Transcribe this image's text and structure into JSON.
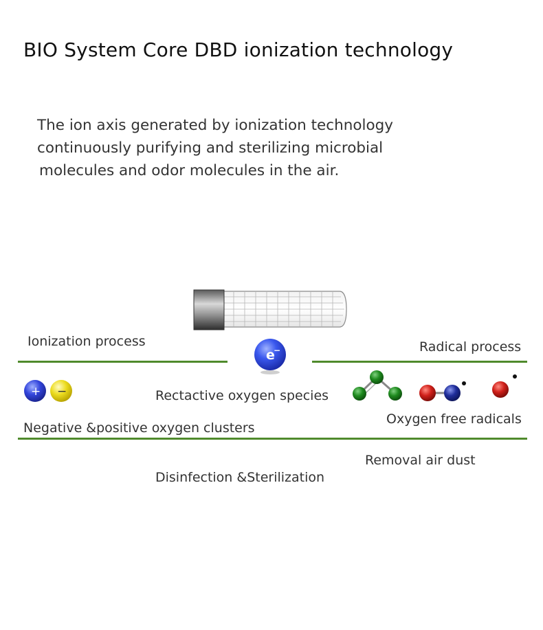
{
  "title": "BIO System Core DBD ionization technology",
  "intro": {
    "line1": "The ion axis generated by ionization technology",
    "line2": "continuously purifying and sterilizing microbial",
    "line3": "molecules and odor molecules in the air."
  },
  "diagram": {
    "ionization_process": "Ionization process",
    "radical_process": "Radical process",
    "electron_symbol": "e",
    "electron_charge": "−",
    "positive_symbol": "+",
    "negative_symbol": "−",
    "reactive_oxygen_species": "Rectactive oxygen species",
    "oxygen_clusters": "Negative &positive oxygen clusters",
    "oxygen_free_radicals": "Oxygen free radicals",
    "removal_air_dust": "Removal air dust",
    "disinfection": "Disinfection &Sterilization"
  },
  "colors": {
    "line": "#4f8a2c",
    "electron": "#2f4fe0",
    "positive_ion": "#2f43d8",
    "negative_ion": "#e8d81a",
    "green_atom": "#1e7a1e",
    "red_atom": "#d0201a",
    "blue_atom": "#1f2d9a"
  }
}
